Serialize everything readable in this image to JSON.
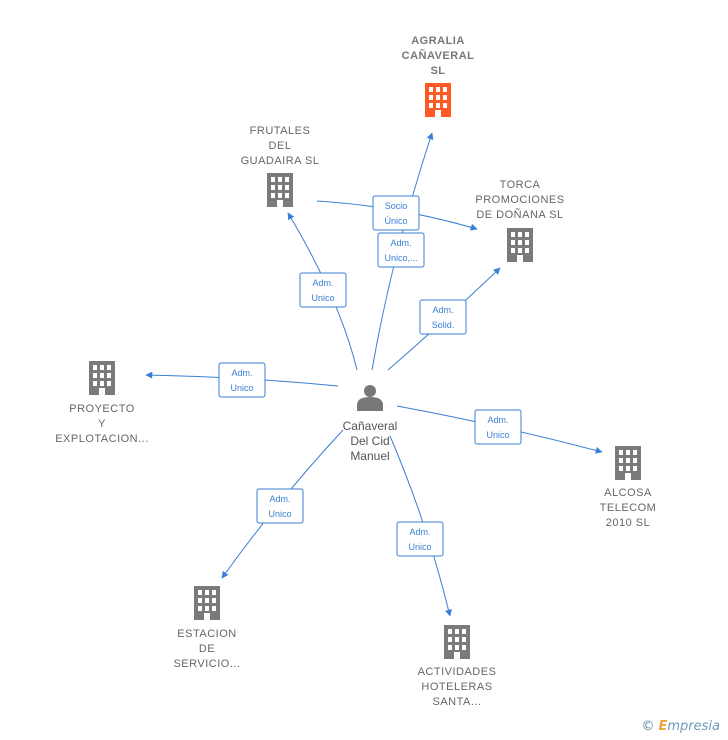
{
  "colors": {
    "edge": "#3a7fd5",
    "building": "#7a7a7a",
    "building_main": "#ff5a26",
    "person": "#777777"
  },
  "center": {
    "label": [
      "Cañaveral",
      "Del Cid",
      "Manuel"
    ],
    "icon": "person-icon"
  },
  "companies": [
    {
      "id": "agralia",
      "label": [
        "AGRALIA",
        "CAÑAVERAL",
        "SL"
      ],
      "main": true,
      "icon": "building-icon"
    },
    {
      "id": "frutales",
      "label": [
        "FRUTALES",
        "DEL",
        "GUADAIRA SL"
      ],
      "icon": "building-icon"
    },
    {
      "id": "torca",
      "label": [
        "TORCA",
        "PROMOCIONES",
        "DE DOÑANA SL"
      ],
      "icon": "building-icon"
    },
    {
      "id": "proyecto",
      "label": [
        "PROYECTO",
        "Y",
        "EXPLOTACION..."
      ],
      "icon": "building-icon"
    },
    {
      "id": "alcosa",
      "label": [
        "ALCOSA",
        "TELECOM",
        "2010 SL"
      ],
      "icon": "building-icon"
    },
    {
      "id": "estacion",
      "label": [
        "ESTACION",
        "DE",
        "SERVICIO..."
      ],
      "icon": "building-icon"
    },
    {
      "id": "actividades",
      "label": [
        "ACTIVIDADES",
        "HOTELERAS",
        "SANTA..."
      ],
      "icon": "building-icon"
    }
  ],
  "relations": [
    {
      "from": "center",
      "to": "agralia",
      "label": [
        "Adm.",
        "Unico,..."
      ]
    },
    {
      "from": "frutales",
      "to": "torca",
      "label": [
        "Socio",
        "Único"
      ]
    },
    {
      "from": "center",
      "to": "frutales",
      "label": [
        "Adm.",
        "Unico"
      ]
    },
    {
      "from": "center",
      "to": "torca",
      "label": [
        "Adm.",
        "Solid."
      ]
    },
    {
      "from": "center",
      "to": "proyecto",
      "label": [
        "Adm.",
        "Unico"
      ]
    },
    {
      "from": "center",
      "to": "alcosa",
      "label": [
        "Adm.",
        "Unico"
      ]
    },
    {
      "from": "center",
      "to": "estacion",
      "label": [
        "Adm.",
        "Unico"
      ]
    },
    {
      "from": "center",
      "to": "actividades",
      "label": [
        "Adm.",
        "Unico"
      ]
    }
  ],
  "brand": {
    "copyright": "©",
    "e": "E",
    "rest": "mpresia"
  }
}
